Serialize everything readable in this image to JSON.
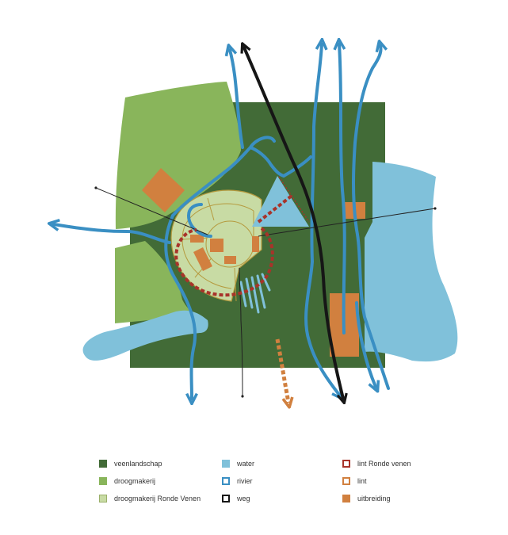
{
  "colors": {
    "veen": "#426b37",
    "droog": "#89b55b",
    "ronde": "#c8dba4",
    "ronde_stroke": "#b59a3e",
    "water": "#80c1da",
    "rivier": "#3a8fc3",
    "weg": "#161616",
    "lint_ronde": "#a8332a",
    "lint": "#d1803f",
    "uitbreiding": "#d1803f",
    "thin_line": "#222222"
  },
  "legend": {
    "veenlandschap": "veenlandschap",
    "droogmakerij": "droogmakerij",
    "droogmakerij_ronde_venen": "droogmakerij Ronde Venen",
    "water": "water",
    "rivier": "rivier",
    "weg": "weg",
    "lint_ronde_venen": "lint Ronde venen",
    "lint": "lint",
    "uitbreiding": "uitbreiding"
  }
}
